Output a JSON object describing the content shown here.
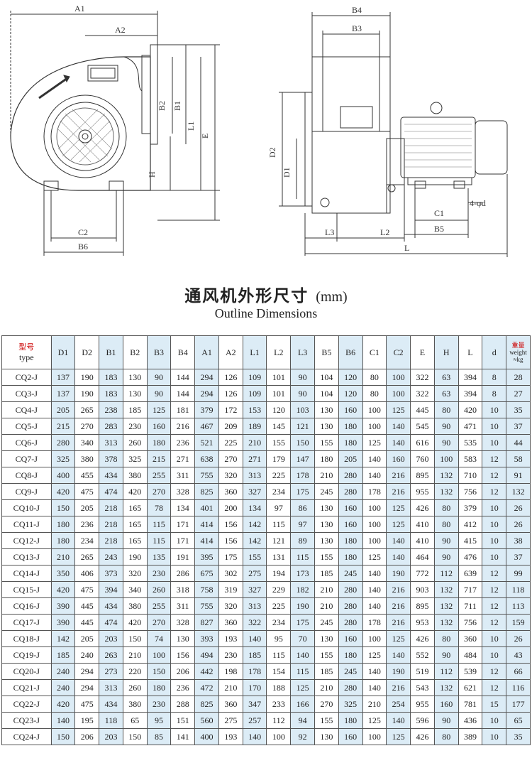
{
  "drawing": {
    "front_labels": [
      "A1",
      "A2",
      "B2",
      "B1",
      "L1",
      "E",
      "H",
      "C2",
      "B6"
    ],
    "side_labels": [
      "B4",
      "B3",
      "D2",
      "D1",
      "C1",
      "4-φd",
      "B5",
      "L3",
      "L2",
      "L"
    ]
  },
  "title": {
    "cn": "通风机外形尺寸",
    "unit": "(mm)",
    "en": "Outline Dimensions"
  },
  "table": {
    "type_header": {
      "cn": "型号",
      "en": "type"
    },
    "weight_header": {
      "cn": "重量",
      "en": "weight",
      "unit": "≈kg"
    },
    "columns": [
      "D1",
      "D2",
      "B1",
      "B2",
      "B3",
      "B4",
      "A1",
      "A2",
      "L1",
      "L2",
      "L3",
      "B5",
      "B6",
      "C1",
      "C2",
      "E",
      "H",
      "L",
      "d"
    ],
    "highlight_columns": [
      1,
      3,
      5,
      7,
      9,
      11,
      13,
      15,
      17,
      19
    ],
    "rows": [
      [
        "CQ2-J",
        "137",
        "190",
        "183",
        "130",
        "90",
        "144",
        "294",
        "126",
        "109",
        "101",
        "90",
        "104",
        "120",
        "80",
        "100",
        "322",
        "63",
        "394",
        "8",
        "28"
      ],
      [
        "CQ3-J",
        "137",
        "190",
        "183",
        "130",
        "90",
        "144",
        "294",
        "126",
        "109",
        "101",
        "90",
        "104",
        "120",
        "80",
        "100",
        "322",
        "63",
        "394",
        "8",
        "27"
      ],
      [
        "CQ4-J",
        "205",
        "265",
        "238",
        "185",
        "125",
        "181",
        "379",
        "172",
        "153",
        "120",
        "103",
        "130",
        "160",
        "100",
        "125",
        "445",
        "80",
        "420",
        "10",
        "35"
      ],
      [
        "CQ5-J",
        "215",
        "270",
        "283",
        "230",
        "160",
        "216",
        "467",
        "209",
        "189",
        "145",
        "121",
        "130",
        "180",
        "100",
        "140",
        "545",
        "90",
        "471",
        "10",
        "37"
      ],
      [
        "CQ6-J",
        "280",
        "340",
        "313",
        "260",
        "180",
        "236",
        "521",
        "225",
        "210",
        "155",
        "150",
        "155",
        "180",
        "125",
        "140",
        "616",
        "90",
        "535",
        "10",
        "44"
      ],
      [
        "CQ7-J",
        "325",
        "380",
        "378",
        "325",
        "215",
        "271",
        "638",
        "270",
        "271",
        "179",
        "147",
        "180",
        "205",
        "140",
        "160",
        "760",
        "100",
        "583",
        "12",
        "58"
      ],
      [
        "CQ8-J",
        "400",
        "455",
        "434",
        "380",
        "255",
        "311",
        "755",
        "320",
        "313",
        "225",
        "178",
        "210",
        "280",
        "140",
        "216",
        "895",
        "132",
        "710",
        "12",
        "91"
      ],
      [
        "CQ9-J",
        "420",
        "475",
        "474",
        "420",
        "270",
        "328",
        "825",
        "360",
        "327",
        "234",
        "175",
        "245",
        "280",
        "178",
        "216",
        "955",
        "132",
        "756",
        "12",
        "132"
      ],
      [
        "CQ10-J",
        "150",
        "205",
        "218",
        "165",
        "78",
        "134",
        "401",
        "200",
        "134",
        "97",
        "86",
        "130",
        "160",
        "100",
        "125",
        "426",
        "80",
        "379",
        "10",
        "26"
      ],
      [
        "CQ11-J",
        "180",
        "236",
        "218",
        "165",
        "115",
        "171",
        "414",
        "156",
        "142",
        "115",
        "97",
        "130",
        "160",
        "100",
        "125",
        "410",
        "80",
        "412",
        "10",
        "26"
      ],
      [
        "CQ12-J",
        "180",
        "234",
        "218",
        "165",
        "115",
        "171",
        "414",
        "156",
        "142",
        "121",
        "89",
        "130",
        "180",
        "100",
        "140",
        "410",
        "90",
        "415",
        "10",
        "38"
      ],
      [
        "CQ13-J",
        "210",
        "265",
        "243",
        "190",
        "135",
        "191",
        "395",
        "175",
        "155",
        "131",
        "115",
        "155",
        "180",
        "125",
        "140",
        "464",
        "90",
        "476",
        "10",
        "37"
      ],
      [
        "CQ14-J",
        "350",
        "406",
        "373",
        "320",
        "230",
        "286",
        "675",
        "302",
        "275",
        "194",
        "173",
        "185",
        "245",
        "140",
        "190",
        "772",
        "112",
        "639",
        "12",
        "99"
      ],
      [
        "CQ15-J",
        "420",
        "475",
        "394",
        "340",
        "260",
        "318",
        "758",
        "319",
        "327",
        "229",
        "182",
        "210",
        "280",
        "140",
        "216",
        "903",
        "132",
        "717",
        "12",
        "118"
      ],
      [
        "CQ16-J",
        "390",
        "445",
        "434",
        "380",
        "255",
        "311",
        "755",
        "320",
        "313",
        "225",
        "190",
        "210",
        "280",
        "140",
        "216",
        "895",
        "132",
        "711",
        "12",
        "113"
      ],
      [
        "CQ17-J",
        "390",
        "445",
        "474",
        "420",
        "270",
        "328",
        "827",
        "360",
        "322",
        "234",
        "175",
        "245",
        "280",
        "178",
        "216",
        "953",
        "132",
        "756",
        "12",
        "159"
      ],
      [
        "CQ18-J",
        "142",
        "205",
        "203",
        "150",
        "74",
        "130",
        "393",
        "193",
        "140",
        "95",
        "70",
        "130",
        "160",
        "100",
        "125",
        "426",
        "80",
        "360",
        "10",
        "26"
      ],
      [
        "CQ19-J",
        "185",
        "240",
        "263",
        "210",
        "100",
        "156",
        "494",
        "230",
        "185",
        "115",
        "140",
        "155",
        "180",
        "125",
        "140",
        "552",
        "90",
        "484",
        "10",
        "43"
      ],
      [
        "CQ20-J",
        "240",
        "294",
        "273",
        "220",
        "150",
        "206",
        "442",
        "198",
        "178",
        "154",
        "115",
        "185",
        "245",
        "140",
        "190",
        "519",
        "112",
        "539",
        "12",
        "66"
      ],
      [
        "CQ21-J",
        "240",
        "294",
        "313",
        "260",
        "180",
        "236",
        "472",
        "210",
        "170",
        "188",
        "125",
        "210",
        "280",
        "140",
        "216",
        "543",
        "132",
        "621",
        "12",
        "116"
      ],
      [
        "CQ22-J",
        "420",
        "475",
        "434",
        "380",
        "230",
        "288",
        "825",
        "360",
        "347",
        "233",
        "166",
        "270",
        "325",
        "210",
        "254",
        "955",
        "160",
        "781",
        "15",
        "177"
      ],
      [
        "CQ23-J",
        "140",
        "195",
        "118",
        "65",
        "95",
        "151",
        "560",
        "275",
        "257",
        "112",
        "94",
        "155",
        "180",
        "125",
        "140",
        "596",
        "90",
        "436",
        "10",
        "65"
      ],
      [
        "CQ24-J",
        "150",
        "206",
        "203",
        "150",
        "85",
        "141",
        "400",
        "193",
        "140",
        "100",
        "92",
        "130",
        "160",
        "100",
        "125",
        "426",
        "80",
        "389",
        "10",
        "35"
      ]
    ]
  }
}
